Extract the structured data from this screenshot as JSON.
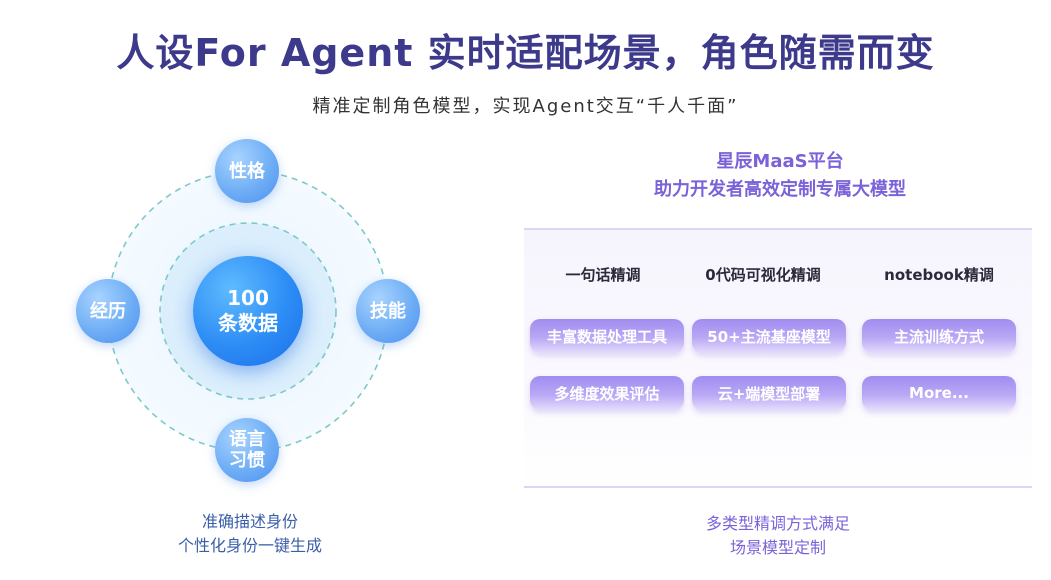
{
  "header": {
    "title": "人设For Agent  实时适配场景，角色随需而变",
    "subtitle": "精准定制角色模型，实现Agent交互“千人千面”"
  },
  "diagram": {
    "center_line1": "100",
    "center_line2": "条数据",
    "nodes": {
      "top": "性格",
      "left": "经历",
      "right": "技能",
      "bottom_line1": "语言",
      "bottom_line2": "习惯"
    },
    "caption_line1": "准确描述身份",
    "caption_line2": "个性化身份一键生成"
  },
  "platform": {
    "title_line1": "星辰MaaS平台",
    "title_line2": "助力开发者高效定制专属大模型",
    "columns": [
      "一句话精调",
      "0代码可视化精调",
      "notebook精调"
    ],
    "tags_row1": [
      "丰富数据处理工具",
      "50+主流基座模型",
      "主流训练方式"
    ],
    "tags_row2": [
      "多维度效果评估",
      "云+端模型部署",
      "More..."
    ],
    "caption_line1": "多类型精调方式满足",
    "caption_line2": "场景模型定制"
  },
  "colors": {
    "title": "#3d3a8c",
    "accent_purple": "#7b62d8",
    "accent_blue": "#2c8cf5",
    "dashed_ring": "#7fc9c4"
  }
}
